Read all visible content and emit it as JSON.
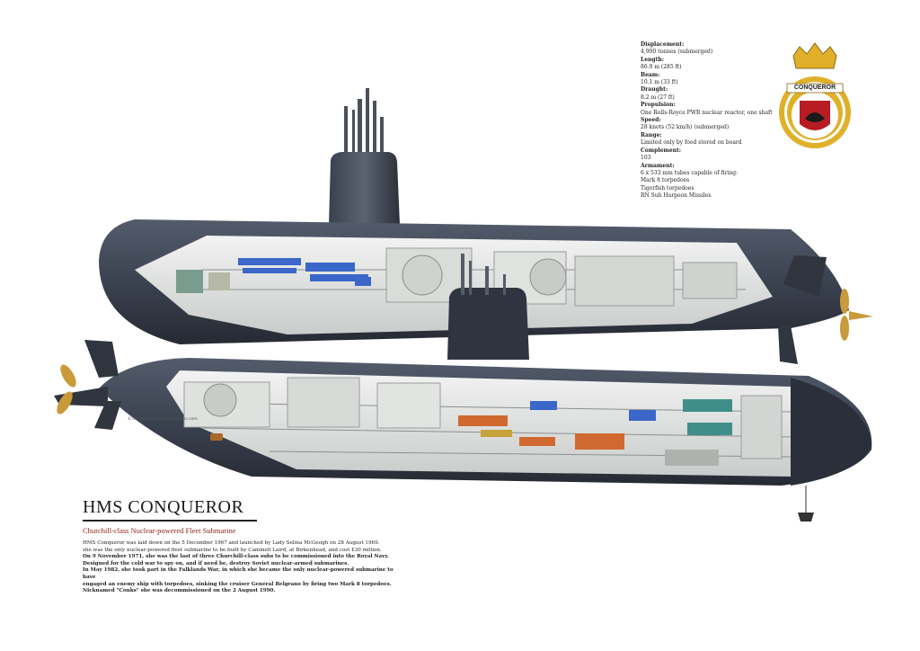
{
  "specs": {
    "displacement_label": "Displacement:",
    "displacement": "4,900 tonnes (submerged)",
    "length_label": "Length:",
    "length": "86.9 m (285 ft)",
    "beam_label": "Beam:",
    "beam": "10.1 m (33 ft)",
    "draught_label": "Draught:",
    "draught": "8.2 m (27 ft)",
    "propulsion_label": "Propulsion:",
    "propulsion": "One Rolls-Royce PWR nuclear reactor, one shaft",
    "speed_label": "Speed:",
    "speed": "28 knots (52 km/h) (submerged)",
    "range_label": "Range:",
    "range": "Limited only by food stored on board",
    "complement_label": "Complement:",
    "complement": "103",
    "armament_label": "Armament:",
    "armament_1": "6 x 533 mm tubes capable of firing:",
    "armament_2": "Mark 8 torpedoes",
    "armament_3": "Tigerfish torpedoes",
    "armament_4": "RN Sub Harpoon Missiles"
  },
  "badge": {
    "name": "CONQUEROR"
  },
  "title": "HMS CONQUEROR",
  "subtitle": "Churchill-class Nuclear-powered Fleet Submarine",
  "description": {
    "p1": "HMS Conqueror was laid down on the 5 December 1967 and launched by Lady Selina McGeogh on 28 August 1969.",
    "p2": "she was the only nuclear-powered fleet submarine to be built by Cammell Laird, at Birkenhead, and cost £30 million.",
    "p3": "On 9 November 1971, she was the last of three Churchill-class subs to be commissioned into the Royal Navy.",
    "p4": "Designed for the cold war to spy on, and if need be, destroy Soviet nuclear-armed submarines.",
    "p5": "In May 1982, she took part in the Falklands War, in which she became the only nuclear-powered submarine to have",
    "p6": "engaged an enemy ship with torpedoes, sinking the cruiser General Belgrano by firing two Mark 8 torpedoes.",
    "p7": "Nicknamed \"Conks\" she was decommissioned on the 2 August 1990."
  },
  "copyright": "©Tim Watts www.illustrations.com",
  "colors": {
    "hull": "#3b4250",
    "hull_dark": "#2a2f3a",
    "interior": "#e6e8e6",
    "accent_blue": "#3a67c9",
    "accent_orange": "#d0692f",
    "accent_teal": "#3f8f88",
    "propeller": "#c89a3a",
    "badge_gold": "#e1b02a",
    "badge_red": "#b81d24",
    "subtitle_red": "#8b2318"
  }
}
